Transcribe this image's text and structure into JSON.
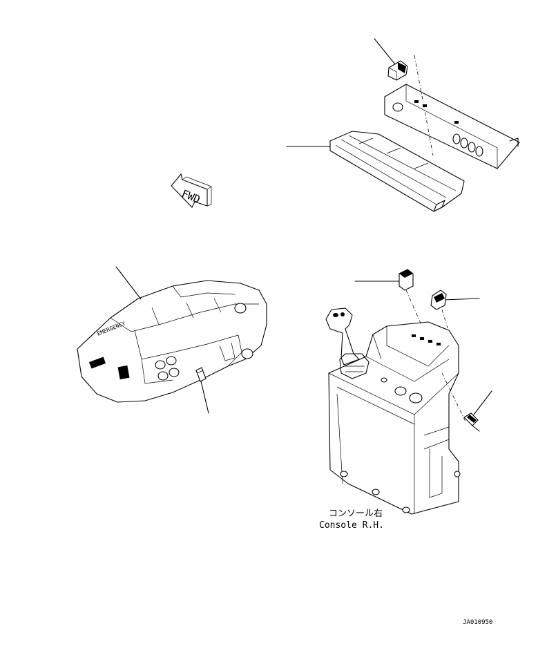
{
  "fwd_label": "FWD",
  "console_caption_jp": "コンソール右",
  "console_caption_en": "Console R.H.",
  "drawing_number": "JA010950",
  "panel_marking": "EMERGENCY"
}
